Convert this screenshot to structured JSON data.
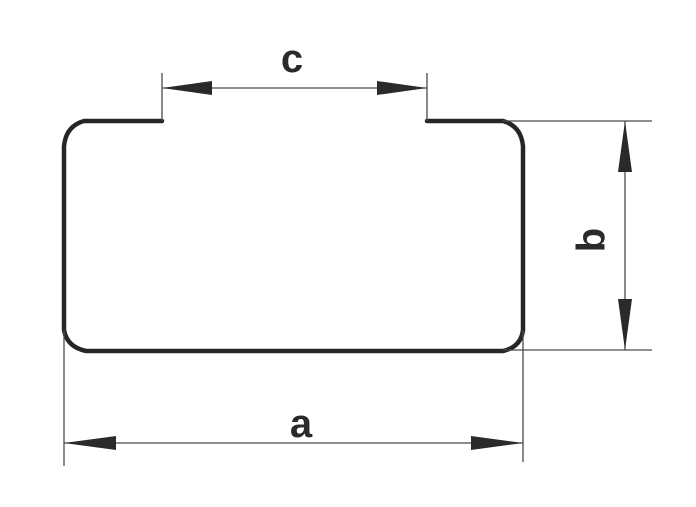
{
  "diagram": {
    "labels": {
      "a": "a",
      "b": "b",
      "c": "c"
    },
    "colors": {
      "profile": "#262626",
      "dimension": "#4a4a4a",
      "text": "#2a2a2a",
      "background": "#ffffff"
    }
  }
}
